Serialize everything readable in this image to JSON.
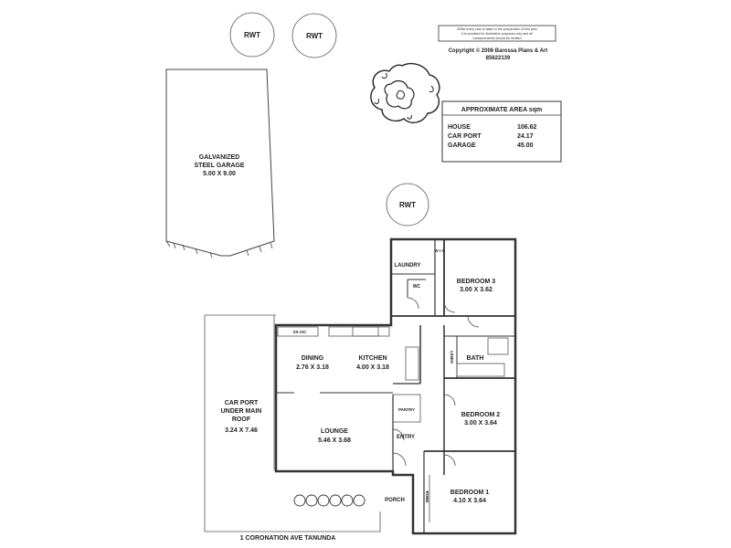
{
  "disclaimer": {
    "line1": "While every care is taken in the preparation of  this plan",
    "line2": "it is provided for illustration purposes only and all",
    "line3": "measurements should be verified"
  },
  "copyright": {
    "line1": "Copyright © 2006 Barossa Plans & Art",
    "line2": "85622139"
  },
  "area_table": {
    "title": "APPROXIMATE AREA sqm",
    "rows": [
      {
        "label": "HOUSE",
        "value": "106.62"
      },
      {
        "label": "CAR PORT",
        "value": "24.17"
      },
      {
        "label": "GARAGE",
        "value": "45.00"
      }
    ]
  },
  "tanks": {
    "rwt1": "RWT",
    "rwt2": "RWT",
    "rwt3": "RWT"
  },
  "garage": {
    "line1": "GALVANIZED",
    "line2": "STEEL GARAGE",
    "line3": "5.00 X 9.00"
  },
  "carport": {
    "line1": "CAR PORT",
    "line2": "UNDER MAIN",
    "line3": "ROOF",
    "line4": "3.24 X 7.46"
  },
  "rooms": {
    "laundry": "LAUNDRY",
    "wic": "W I C",
    "wc": "WC",
    "bedroom3": {
      "name": "BEDROOM 3",
      "size": "3.00 X 3.62"
    },
    "dining": {
      "name": "DINING",
      "size": "2.76 X 3.18"
    },
    "kitchen": {
      "name": "KITCHEN",
      "size": "4.00 X 3.18"
    },
    "ss_ac": "SS A/C",
    "linen": "LINEN",
    "bath": "BATH",
    "pantry": "PANTRY",
    "bedroom2": {
      "name": "BEDROOM 2",
      "size": "3.00 X 3.64"
    },
    "lounge": {
      "name": "LOUNGE",
      "size": "5.46 X 3.68"
    },
    "entry": "ENTRY",
    "bedroom1": {
      "name": "BEDROOM 1",
      "size": "4.10 X 3.64"
    },
    "robe": "ROBE",
    "porch": "PORCH"
  },
  "address": "1 CORONATION AVE TANUNDA"
}
